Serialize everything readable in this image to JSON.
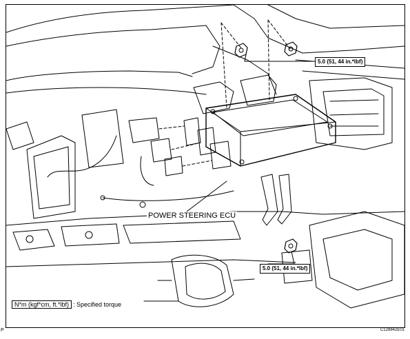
{
  "callouts": {
    "torque_top": "5.0 (51, 44 in.*lbf)",
    "torque_bottom": "5.0 (51, 44 in.*lbf)"
  },
  "labels": {
    "ecu": "POWER STEERING ECU"
  },
  "legend": {
    "unit_box": "N*m (kgf*cm, ft.*lbf)",
    "text": ": Specified torque"
  },
  "footer": {
    "corner_letter": "P",
    "figure_code": "C128842E01"
  }
}
